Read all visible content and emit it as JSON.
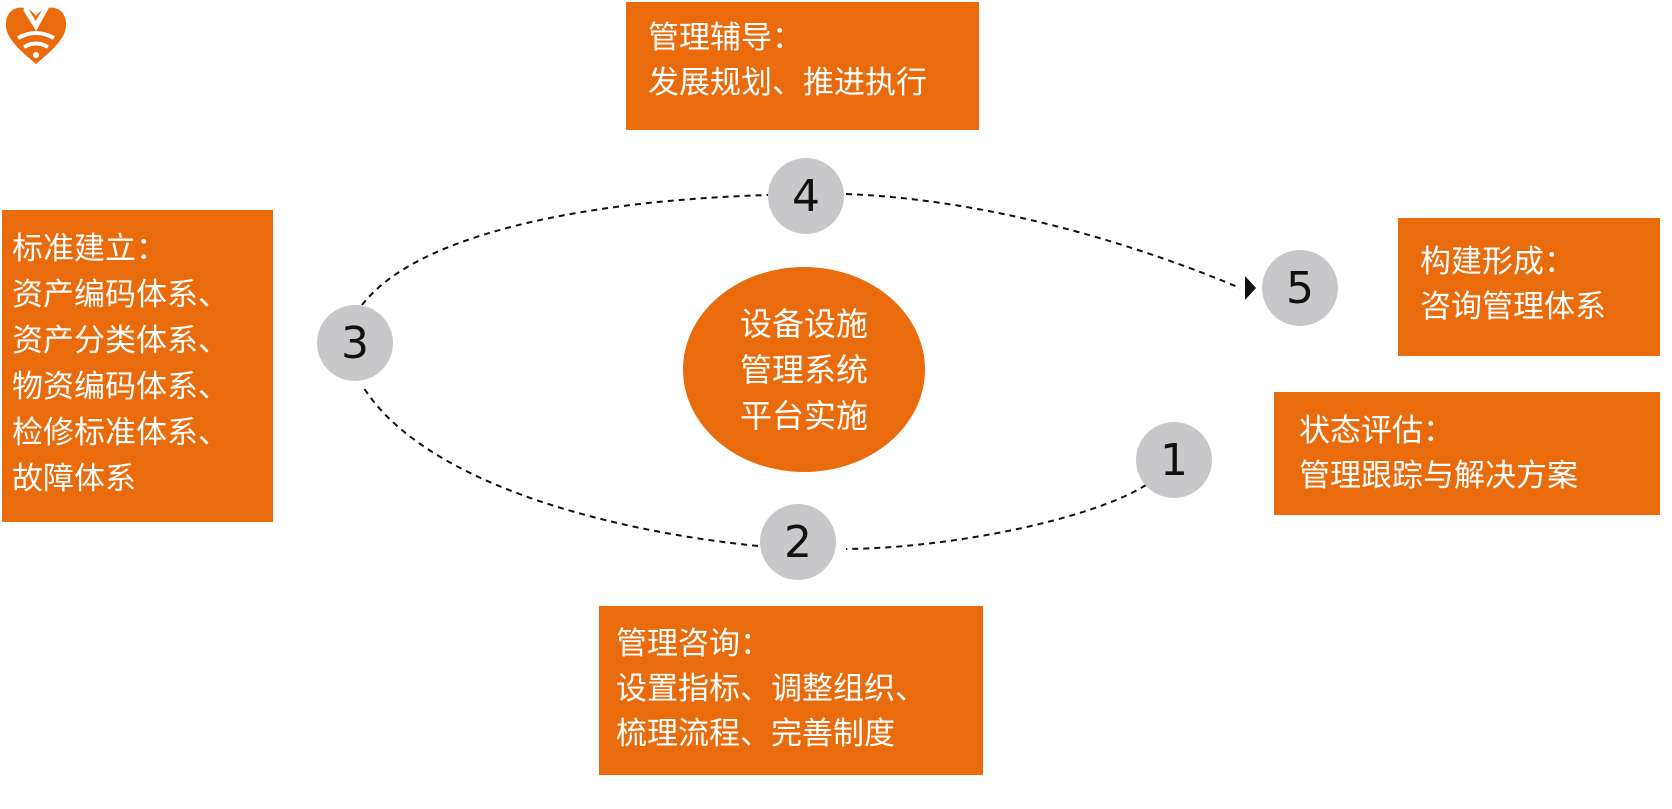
{
  "boxes": {
    "guidance": {
      "lines": [
        "管理辅导：",
        "发展规划、推进执行"
      ]
    },
    "standard": {
      "lines": [
        "标准建立：",
        "资产编码体系、",
        "资产分类体系、",
        "物资编码体系、",
        "检修标准体系、",
        "故障体系"
      ]
    },
    "form": {
      "lines": [
        "构建形成：",
        "咨询管理体系"
      ]
    },
    "assess": {
      "lines": [
        "状态评估：",
        "管理跟踪与解决方案"
      ]
    },
    "consult": {
      "lines": [
        "管理咨询：",
        "设置指标、调整组织、",
        "梳理流程、完善制度"
      ]
    }
  },
  "center": {
    "lines": [
      "设备设施",
      "管理系统",
      "平台实施"
    ]
  },
  "steps": [
    "1",
    "2",
    "3",
    "4",
    "5"
  ],
  "colors": {
    "accent": "#ea6b0c",
    "circle": "#c8c8ca",
    "text_on_accent": "#ffffff"
  }
}
